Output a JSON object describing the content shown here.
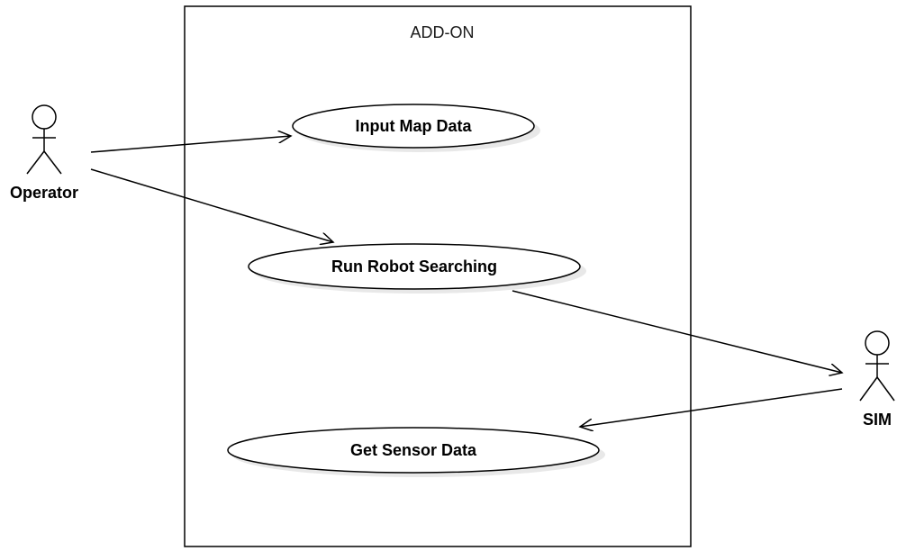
{
  "system": {
    "title": "ADD-ON"
  },
  "actors": {
    "operator": {
      "label": "Operator"
    },
    "sim": {
      "label": "SIM"
    }
  },
  "use_cases": {
    "input_map_data": {
      "label": "Input Map Data"
    },
    "run_robot_searching": {
      "label": "Run Robot Searching"
    },
    "get_sensor_data": {
      "label": "Get Sensor Data"
    }
  },
  "associations": [
    {
      "from": "Operator",
      "to": "Input Map Data"
    },
    {
      "from": "Operator",
      "to": "Run Robot Searching"
    },
    {
      "from": "Run Robot Searching",
      "to": "SIM"
    },
    {
      "from": "SIM",
      "to": "Get Sensor Data"
    }
  ],
  "colors": {
    "stroke": "#000000",
    "shadow": "#e8e8e8",
    "background": "#ffffff"
  }
}
